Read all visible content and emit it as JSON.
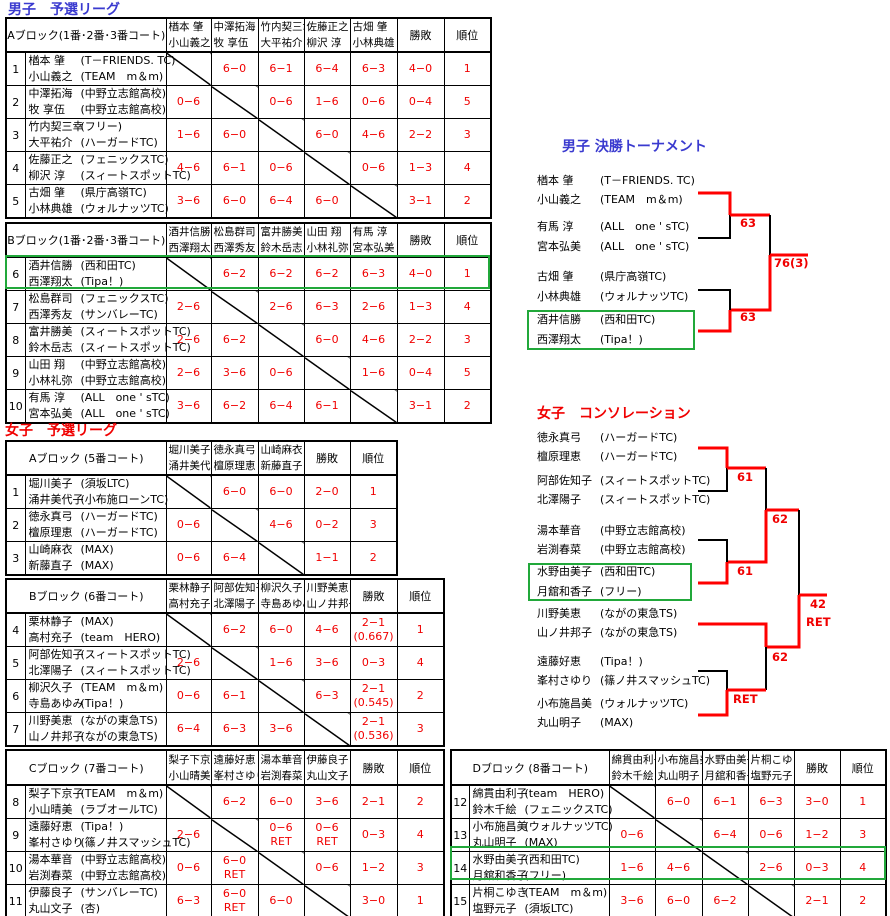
{
  "labels": {
    "wl": "勝敗",
    "rank": "順位"
  },
  "men_title": "男子　予選リーグ",
  "women_title": "女子　予選リーグ",
  "men_league": {
    "block_a": {
      "title": "Aブロック(1番･2番･3番コート)",
      "cols": [
        [
          "楢本 肇",
          "小山義之"
        ],
        [
          "中澤拓海",
          "牧 享伍"
        ],
        [
          "竹内契三幸",
          "大平祐介"
        ],
        [
          "佐藤正之",
          "柳沢 淳"
        ],
        [
          "古畑 肇",
          "小林典雄"
        ]
      ],
      "rows": [
        {
          "num": "1",
          "p1": "楢本 肇",
          "c1": "(T－FRIENDS. TC)",
          "p2": "小山義之",
          "c2": "(TEAM　m＆m)",
          "scores": [
            null,
            "6−0",
            "6−1",
            "6−4",
            "6−3"
          ],
          "wl": "4−0",
          "rank": "1"
        },
        {
          "num": "2",
          "p1": "中澤拓海",
          "c1": "(中野立志館高校)",
          "p2": "牧 享伍",
          "c2": "(中野立志館高校)",
          "scores": [
            "0−6",
            null,
            "0−6",
            "1−6",
            "0−6"
          ],
          "wl": "0−4",
          "rank": "5"
        },
        {
          "num": "3",
          "p1": "竹内契三幸",
          "c1": "(フリー)",
          "p2": "大平祐介",
          "c2": "(ハーガードTC)",
          "scores": [
            "1−6",
            "6−0",
            null,
            "6−0",
            "4−6"
          ],
          "wl": "2−2",
          "rank": "3"
        },
        {
          "num": "4",
          "p1": "佐藤正之",
          "c1": "(フェニックスTC)",
          "p2": "柳沢 淳",
          "c2": "(スィートスポットTC)",
          "scores": [
            "4−6",
            "6−1",
            "0−6",
            null,
            "0−6"
          ],
          "wl": "1−3",
          "rank": "4"
        },
        {
          "num": "5",
          "p1": "古畑 肇",
          "c1": "(県庁高嶺TC)",
          "p2": "小林典雄",
          "c2": "(ウォルナッツTC)",
          "scores": [
            "3−6",
            "6−0",
            "6−4",
            "6−0",
            null
          ],
          "wl": "3−1",
          "rank": "2"
        }
      ]
    },
    "block_b": {
      "title": "Bブロック(1番･2番･3番コート)",
      "cols": [
        [
          "酒井信勝",
          "西澤翔太"
        ],
        [
          "松島群司",
          "西澤秀友"
        ],
        [
          "富井勝美",
          "鈴木岳志"
        ],
        [
          "山田 翔",
          "小林礼弥"
        ],
        [
          "有馬 淳",
          "宮本弘美"
        ]
      ],
      "rows": [
        {
          "num": "6",
          "p1": "酒井信勝",
          "c1": "(西和田TC)",
          "p2": "西澤翔太",
          "c2": "(Tipa！)",
          "scores": [
            null,
            "6−2",
            "6−2",
            "6−2",
            "6−3"
          ],
          "wl": "4−0",
          "rank": "1"
        },
        {
          "num": "7",
          "p1": "松島群司",
          "c1": "(フェニックスTC)",
          "p2": "西澤秀友",
          "c2": "(サンバレーTC)",
          "scores": [
            "2−6",
            null,
            "2−6",
            "6−3",
            "2−6"
          ],
          "wl": "1−3",
          "rank": "4"
        },
        {
          "num": "8",
          "p1": "富井勝美",
          "c1": "(スィートスポットTC)",
          "p2": "鈴木岳志",
          "c2": "(スィートスポットTC)",
          "scores": [
            "2−6",
            "6−2",
            null,
            "6−0",
            "4−6"
          ],
          "wl": "2−2",
          "rank": "3"
        },
        {
          "num": "9",
          "p1": "山田 翔",
          "c1": "(中野立志館高校)",
          "p2": "小林礼弥",
          "c2": "(中野立志館高校)",
          "scores": [
            "2−6",
            "3−6",
            "0−6",
            null,
            "1−6"
          ],
          "wl": "0−4",
          "rank": "5"
        },
        {
          "num": "10",
          "p1": "有馬 淳",
          "c1": "(ALL　one ' sTC)",
          "p2": "宮本弘美",
          "c2": "(ALL　one ' sTC)",
          "scores": [
            "3−6",
            "6−2",
            "6−4",
            "6−1",
            null
          ],
          "wl": "3−1",
          "rank": "2"
        }
      ]
    }
  },
  "women_league": {
    "block_a": {
      "title": "Aブロック (5番コート)",
      "cols": [
        [
          "堀川美子",
          "涌井美代子"
        ],
        [
          "徳永真弓",
          "檀原理恵"
        ],
        [
          "山崎麻衣",
          "新藤直子"
        ]
      ],
      "rows": [
        {
          "num": "1",
          "p1": "堀川美子",
          "c1": "(須坂LTC)",
          "p2": "涌井美代子",
          "c2": "(小布施ローンTC)",
          "scores": [
            null,
            "6−0",
            "6−0"
          ],
          "wl": "2−0",
          "rank": "1"
        },
        {
          "num": "2",
          "p1": "徳永真弓",
          "c1": "(ハーガードTC)",
          "p2": "檀原理恵",
          "c2": "(ハーガードTC)",
          "scores": [
            "0−6",
            null,
            "4−6"
          ],
          "wl": "0−2",
          "rank": "3"
        },
        {
          "num": "3",
          "p1": "山崎麻衣",
          "c1": "(MAX)",
          "p2": "新藤直子",
          "c2": "(MAX)",
          "scores": [
            "0−6",
            "6−4",
            null
          ],
          "wl": "1−1",
          "rank": "2"
        }
      ]
    },
    "block_b": {
      "title": "Bブロック (6番コート)",
      "cols": [
        [
          "栗林静子",
          "高村充子"
        ],
        [
          "阿部佐知子",
          "北澤陽子"
        ],
        [
          "柳沢久子",
          "寺島あゆみ"
        ],
        [
          "川野美恵",
          "山ノ井邦子"
        ]
      ],
      "rows": [
        {
          "num": "4",
          "p1": "栗林静子",
          "c1": "(MAX)",
          "p2": "高村充子",
          "c2": "(team　HERO)",
          "scores": [
            null,
            "6−2",
            "6−0",
            "4−6"
          ],
          "wl": "2−1",
          "wl_sub": "(0.667)",
          "rank": "1"
        },
        {
          "num": "5",
          "p1": "阿部佐知子",
          "c1": "(スィートスポットTC)",
          "p2": "北澤陽子",
          "c2": "(スィートスポットTC)",
          "scores": [
            "2−6",
            null,
            "1−6",
            "3−6"
          ],
          "wl": "0−3",
          "rank": "4"
        },
        {
          "num": "6",
          "p1": "柳沢久子",
          "c1": "(TEAM　m＆m)",
          "p2": "寺島あゆみ",
          "c2": "(Tipa！)",
          "scores": [
            "0−6",
            "6−1",
            null,
            "6−3"
          ],
          "wl": "2−1",
          "wl_sub": "(0.545)",
          "rank": "2"
        },
        {
          "num": "7",
          "p1": "川野美恵",
          "c1": "(ながの東急TS)",
          "p2": "山ノ井邦子",
          "c2": "(ながの東急TS)",
          "scores": [
            "6−4",
            "6−3",
            "3−6",
            null
          ],
          "wl": "2−1",
          "wl_sub": "(0.536)",
          "rank": "3"
        }
      ]
    },
    "block_c": {
      "title": "Cブロック (7番コート)",
      "cols": [
        [
          "梨子下京子",
          "小山晴美"
        ],
        [
          "遠藤好恵",
          "峯村さゆり"
        ],
        [
          "湯本華音",
          "岩渕春菜"
        ],
        [
          "伊藤良子",
          "丸山文子"
        ]
      ],
      "rows": [
        {
          "num": "8",
          "p1": "梨子下京子",
          "c1": "(TEAM　m＆m)",
          "p2": "小山晴美",
          "c2": "(ラブオールTC)",
          "scores": [
            null,
            "6−2",
            "6−0",
            "3−6"
          ],
          "wl": "2−1",
          "rank": "2"
        },
        {
          "num": "9",
          "p1": "遠藤好恵",
          "c1": "(Tipa！)",
          "p2": "峯村さゆり",
          "c2": "(篠ノ井スマッシュTC)",
          "scores": [
            "2−6",
            null,
            {
              "s": "0−6",
              "sub": "RET"
            },
            {
              "s": "0−6",
              "sub": "RET"
            }
          ],
          "wl": "0−3",
          "rank": "4"
        },
        {
          "num": "10",
          "p1": "湯本華音",
          "c1": "(中野立志館高校)",
          "p2": "岩渕春菜",
          "c2": "(中野立志館高校)",
          "scores": [
            "0−6",
            {
              "s": "6−0",
              "sub": "RET"
            },
            null,
            "0−6"
          ],
          "wl": "1−2",
          "rank": "3"
        },
        {
          "num": "11",
          "p1": "伊藤良子",
          "c1": "(サンバレーTC)",
          "p2": "丸山文子",
          "c2": "(杏)",
          "scores": [
            "6−3",
            {
              "s": "6−0",
              "sub": "RET"
            },
            "6−0",
            null
          ],
          "wl": "3−0",
          "rank": "1"
        }
      ]
    },
    "block_d": {
      "title": "Dブロック (8番コート)",
      "cols": [
        [
          "綿貫由利子",
          "鈴木千絵"
        ],
        [
          "小布施昌美",
          "丸山明子"
        ],
        [
          "水野由美子",
          "月舘和香子"
        ],
        [
          "片桐こゆき",
          "塩野元子"
        ]
      ],
      "rows": [
        {
          "num": "12",
          "p1": "綿貫由利子",
          "c1": "(team　HERO)",
          "p2": "鈴木千絵",
          "c2": "(フェニックスTC)",
          "scores": [
            null,
            "6−0",
            "6−1",
            "6−3"
          ],
          "wl": "3−0",
          "rank": "1"
        },
        {
          "num": "13",
          "p1": "小布施昌美",
          "c1": "(ウォルナッツTC)",
          "p2": "丸山明子",
          "c2": "(MAX)",
          "scores": [
            "0−6",
            null,
            "6−4",
            "0−6"
          ],
          "wl": "1−2",
          "rank": "3"
        },
        {
          "num": "14",
          "p1": "水野由美子",
          "c1": "(西和田TC)",
          "p2": "月舘和香子",
          "c2": "(フリー)",
          "scores": [
            "1−6",
            "4−6",
            null,
            "2−6"
          ],
          "wl": "0−3",
          "rank": "4"
        },
        {
          "num": "15",
          "p1": "片桐こゆき",
          "c1": "(TEAM　m＆m)",
          "p2": "塩野元子",
          "c2": "(須坂LTC)",
          "scores": [
            "3−6",
            "6−0",
            "6−2",
            null
          ],
          "wl": "2−1",
          "rank": "2"
        }
      ]
    }
  },
  "men_tournament": {
    "title": "男子 決勝トーナメント",
    "entries": [
      {
        "p": "楢本 肇",
        "c": "(T－FRIENDS. TC)"
      },
      {
        "p": "小山義之",
        "c": "(TEAM　m＆m)"
      },
      {
        "p": "有馬 淳",
        "c": "(ALL　one ' sTC)"
      },
      {
        "p": "宮本弘美",
        "c": "(ALL　one ' sTC)"
      },
      {
        "p": "古畑 肇",
        "c": "(県庁高嶺TC)"
      },
      {
        "p": "小林典雄",
        "c": "(ウォルナッツTC)"
      },
      {
        "p": "酒井信勝",
        "c": "(西和田TC)"
      },
      {
        "p": "西澤翔太",
        "c": "(Tipa！)"
      }
    ],
    "scores": {
      "sf1": "63",
      "sf2": "63",
      "final": "76(3)"
    }
  },
  "women_tournament": {
    "title": "女子　コンソレーション",
    "entries": [
      {
        "p": "徳永真弓",
        "c": "(ハーガードTC)"
      },
      {
        "p": "檀原理恵",
        "c": "(ハーガードTC)"
      },
      {
        "p": "阿部佐知子",
        "c": "(スィートスポットTC)"
      },
      {
        "p": "北澤陽子",
        "c": "(スィートスポットTC)"
      },
      {
        "p": "湯本華音",
        "c": "(中野立志館高校)"
      },
      {
        "p": "岩渕春菜",
        "c": "(中野立志館高校)"
      },
      {
        "p": "水野由美子",
        "c": "(西和田TC)"
      },
      {
        "p": "月舘和香子",
        "c": "(フリー)"
      },
      {
        "p": "川野美恵",
        "c": "(ながの東急TS)"
      },
      {
        "p": "山ノ井邦子",
        "c": "(ながの東急TS)"
      },
      {
        "p": "遠藤好恵",
        "c": "(Tipa！)"
      },
      {
        "p": "峯村さゆり",
        "c": "(篠ノ井スマッシュTC)"
      },
      {
        "p": "小布施昌美",
        "c": "(ウォルナッツTC)"
      },
      {
        "p": "丸山明子",
        "c": "(MAX)"
      }
    ],
    "scores": {
      "r1a": "61",
      "r1b": "61",
      "r1d": "RET",
      "sf1": "62",
      "sf2": "62",
      "final": "42",
      "final_sub": "RET"
    }
  },
  "colors": {
    "winner": "#f00000",
    "highlight": "#21a83a",
    "men_title": "#3a3acf"
  }
}
